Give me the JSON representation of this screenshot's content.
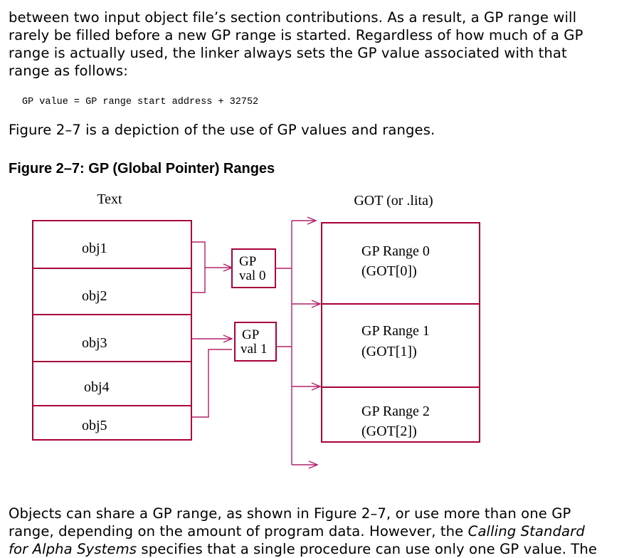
{
  "paragraph_top": [
    "between two input object file’s section contributions. As a result, a GP range will",
    "rarely be filled before a new GP range is started. Regardless of how much of a GP",
    "range is actually used, the linker always sets the GP value associated with that",
    "range as follows:"
  ],
  "code_line": "GP value = GP range start address + 32752",
  "paragraph_mid": "Figure 2–7 is a depiction of the use of GP values and ranges.",
  "figure_title": "Figure 2–7: GP (Global Pointer) Ranges",
  "diagram": {
    "text_label": "Text",
    "got_label": "GOT (or .lita)",
    "objects": [
      "obj1",
      "obj2",
      "obj3",
      "obj4",
      "obj5"
    ],
    "gp_vals": [
      [
        "GP",
        "val 0"
      ],
      [
        "GP",
        "val 1"
      ]
    ],
    "ranges": [
      [
        "GP Range 0",
        "(GOT[0])"
      ],
      [
        "GP Range 1",
        "(GOT[1])"
      ],
      [
        "GP Range 2",
        "(GOT[2])"
      ]
    ],
    "colors": {
      "box": "#a8003a",
      "arrow": "#b0206a"
    }
  },
  "paragraph_bottom": {
    "line1": "Objects can share a GP range, as shown in Figure 2–7, or use more than one GP",
    "line2_pre": "range, depending on the amount of program data. However, the ",
    "line2_italic": "Calling Standard",
    "line3_italic": "for Alpha Systems",
    "line3_post": " specifies that a single procedure can use only one GP value. The"
  }
}
